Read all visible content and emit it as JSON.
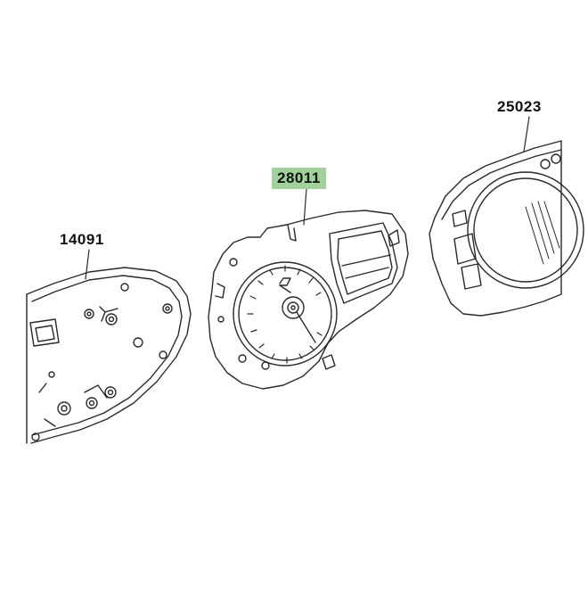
{
  "parts": [
    {
      "id": "part-14091",
      "number": "14091",
      "highlighted": false
    },
    {
      "id": "part-28011",
      "number": "28011",
      "highlighted": true
    },
    {
      "id": "part-25023",
      "number": "25023",
      "highlighted": false
    }
  ],
  "colors": {
    "line": "#2a2a2a",
    "highlight": "#9fd39a",
    "background": "#ffffff"
  }
}
